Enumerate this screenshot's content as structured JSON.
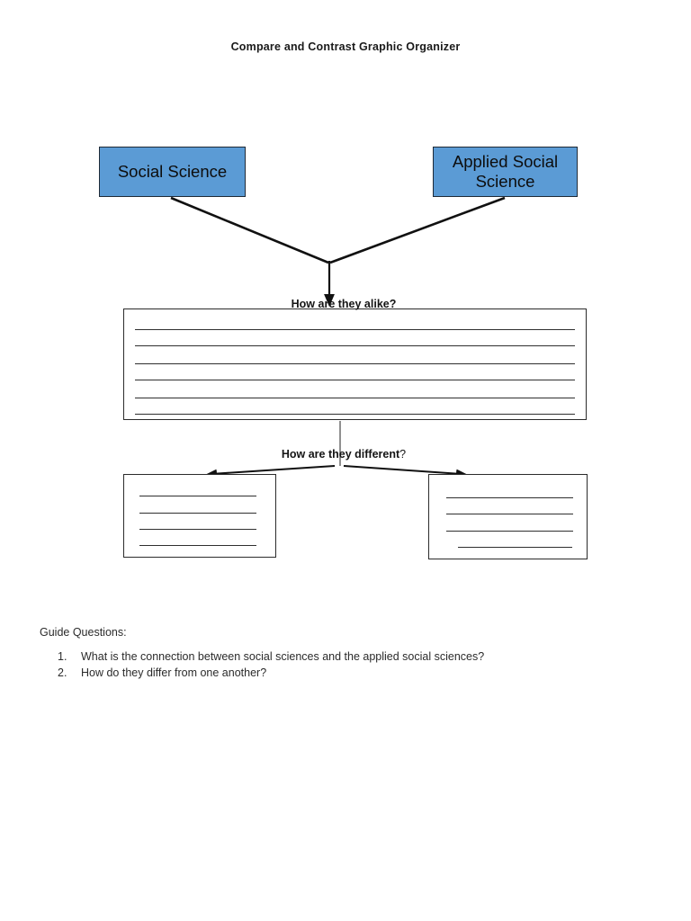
{
  "document": {
    "title": "Compare and Contrast Graphic Organizer"
  },
  "organizer": {
    "top_boxes": [
      {
        "id": "social-science",
        "label": "Social Science"
      },
      {
        "id": "applied-social-science",
        "label": "Applied Social Science"
      }
    ],
    "alike_section": {
      "label": "How are they alike?",
      "line_count": 6
    },
    "different_section": {
      "label": "How are they different",
      "label_suffix": "?",
      "left_box": {
        "line_count": 4
      },
      "right_box": {
        "line_count": 4
      }
    }
  },
  "guide": {
    "heading": "Guide Questions:",
    "questions": [
      {
        "number": "1.",
        "text": "What is the connection between social sciences and the applied social sciences?"
      },
      {
        "number": "2.",
        "text": "How do they differ from one another?"
      }
    ]
  },
  "colors": {
    "box_fill": "#5B9BD5",
    "box_border": "#1f2a36",
    "line": "#2f2f2f",
    "text": "#000000",
    "page_background": "#ffffff"
  }
}
